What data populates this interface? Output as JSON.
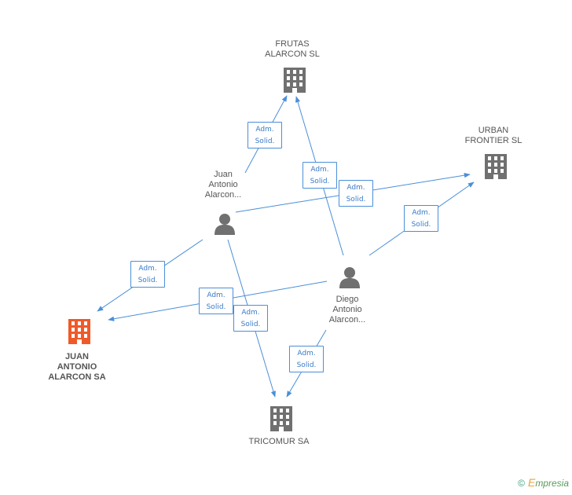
{
  "nodes": {
    "frutas": {
      "lines": [
        "FRUTAS",
        "ALARCON  SL"
      ]
    },
    "urban": {
      "lines": [
        "URBAN",
        "FRONTIER SL"
      ]
    },
    "juan_person": {
      "lines": [
        "Juan",
        "Antonio",
        "Alarcon..."
      ]
    },
    "diego_person": {
      "lines": [
        "Diego",
        "Antonio",
        "Alarcon..."
      ]
    },
    "juan_company": {
      "lines": [
        "JUAN",
        "ANTONIO",
        "ALARCON SA"
      ]
    },
    "tricomur": {
      "lines": [
        "TRICOMUR SA"
      ]
    }
  },
  "edge_label": {
    "line1": "Adm.",
    "line2": "Solid."
  },
  "colors": {
    "edge": "#4a8fd8",
    "company": "#707070",
    "focus_company": "#f05a28",
    "person": "#707070"
  },
  "footer": {
    "copyright": "©",
    "brand_first": "E",
    "brand_rest": "mpresia"
  }
}
